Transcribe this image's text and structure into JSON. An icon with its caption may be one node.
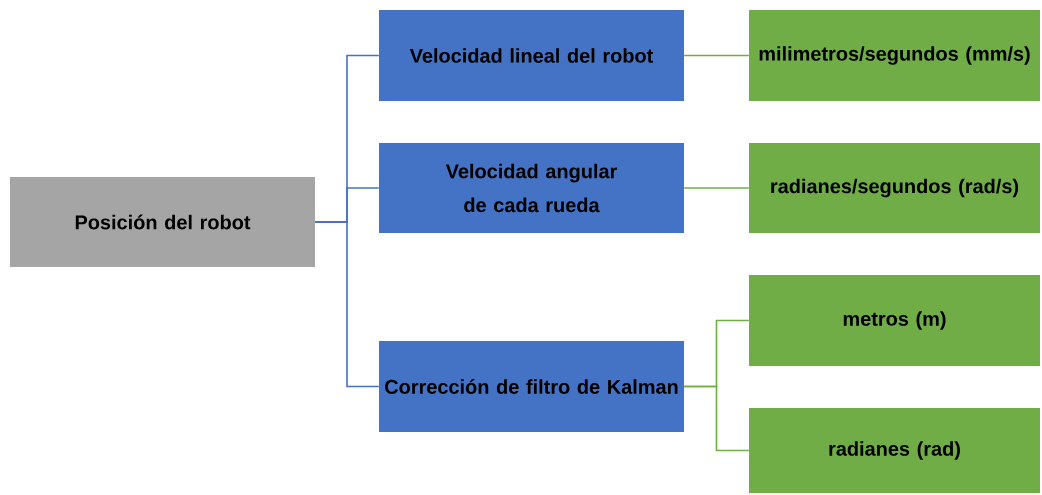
{
  "diagram": {
    "nodes": [
      {
        "text": [
          "Posición del robot"
        ]
      },
      {
        "text": [
          "Velocidad lineal del robot"
        ]
      },
      {
        "text": [
          "Velocidad angular de cada rueda"
        ]
      },
      {
        "text": [
          "Corrección de filtro de Kalman"
        ]
      },
      {
        "text": [
          "milimetros/segundos (mm/s)"
        ]
      },
      {
        "text": [
          "radianes/segundos (rad/s)"
        ]
      },
      {
        "text": [
          "metros (m)"
        ]
      },
      {
        "text": [
          "radianes (rad)"
        ]
      }
    ],
    "edges": [
      {
        "from": 0,
        "to": 1,
        "arrow": "none",
        "color": "#4472c4"
      },
      {
        "from": 0,
        "to": 2,
        "arrow": "none",
        "color": "#4472c4"
      },
      {
        "from": 0,
        "to": 3,
        "arrow": "none",
        "color": "#4472c4"
      },
      {
        "from": 1,
        "to": 4,
        "arrow": "none"
      },
      {
        "from": 2,
        "to": 5,
        "arrow": "none"
      },
      {
        "from": 3,
        "to": 6,
        "arrow": "none"
      },
      {
        "from": 3,
        "to": 7,
        "arrow": "none"
      }
    ]
  }
}
